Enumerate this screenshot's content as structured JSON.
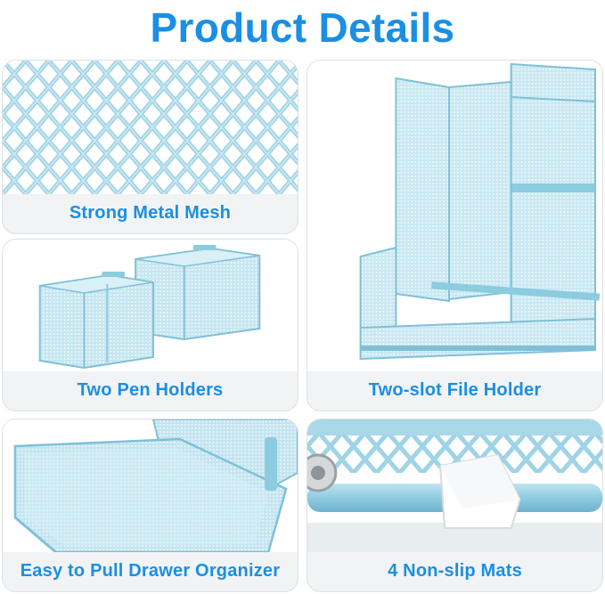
{
  "page": {
    "title": "Product Details"
  },
  "colors": {
    "accent": "#1a8fe3",
    "mesh": "#9fd3e6",
    "mesh_dark": "#6fb6cf",
    "caption_bg": "#f1f3f4"
  },
  "cards": [
    {
      "caption": "Strong Metal Mesh",
      "image": "metal-mesh-closeup"
    },
    {
      "caption": "Two Pen Holders",
      "image": "two-pen-holders"
    },
    {
      "caption": "Two-slot File Holder",
      "image": "file-holder"
    },
    {
      "caption": "Easy to Pull Drawer Organizer",
      "image": "drawer-organizer"
    },
    {
      "caption": "4 Non-slip Mats",
      "image": "non-slip-mat"
    }
  ]
}
